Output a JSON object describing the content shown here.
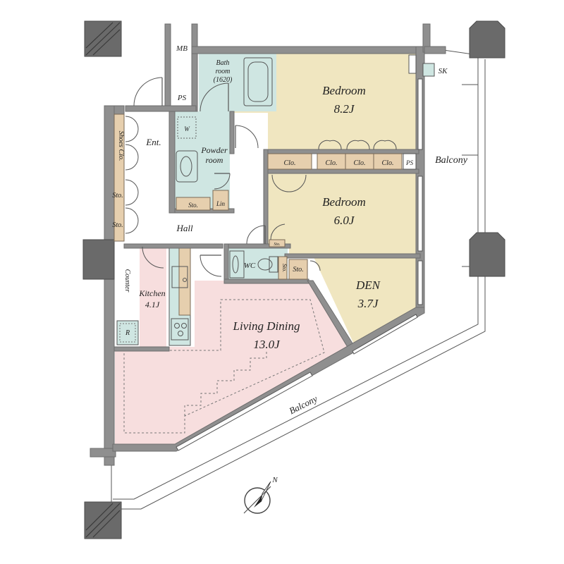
{
  "rooms": {
    "bedroom1": {
      "name": "Bedroom",
      "size": "8.2J"
    },
    "bedroom2": {
      "name": "Bedroom",
      "size": "6.0J"
    },
    "den": {
      "name": "DEN",
      "size": "3.7J"
    },
    "living": {
      "name": "Living Dining",
      "size": "13.0J"
    },
    "kitchen": {
      "name": "Kitchen",
      "size": "4.1J"
    },
    "bath": {
      "line1": "Bath",
      "line2": "room",
      "line3": "(1620)"
    },
    "powder": {
      "line1": "Powder",
      "line2": "room"
    },
    "entrance": "Ent.",
    "hall": "Hall",
    "wc": "WC"
  },
  "labels": {
    "mb": "MB",
    "ps_top": "PS",
    "ps_right": "PS",
    "sk": "SK",
    "balcony_right": "Balcony",
    "balcony_bottom": "Balcony",
    "shoes_closet": "Shoes Clo.",
    "sto_1": "Sto.",
    "sto_2": "Sto.",
    "sto_powder": "Sto.",
    "lin": "Lin",
    "w": "W",
    "clo_1": "Clo.",
    "clo_2": "Clo.",
    "clo_3": "Clo.",
    "clo_4": "Clo.",
    "sto_bed2": "Sto.",
    "sto_wc": "Sto.",
    "sto_den": "Sto.",
    "counter": "Counter",
    "r": "R",
    "compass_n": "N"
  },
  "colors": {
    "bedroom_fill": "#f0e6c0",
    "living_fill": "#f7dede",
    "wet_fill": "#cfe6e2",
    "closet_fill": "#e6cfae",
    "wall": "#8f8f8f"
  }
}
